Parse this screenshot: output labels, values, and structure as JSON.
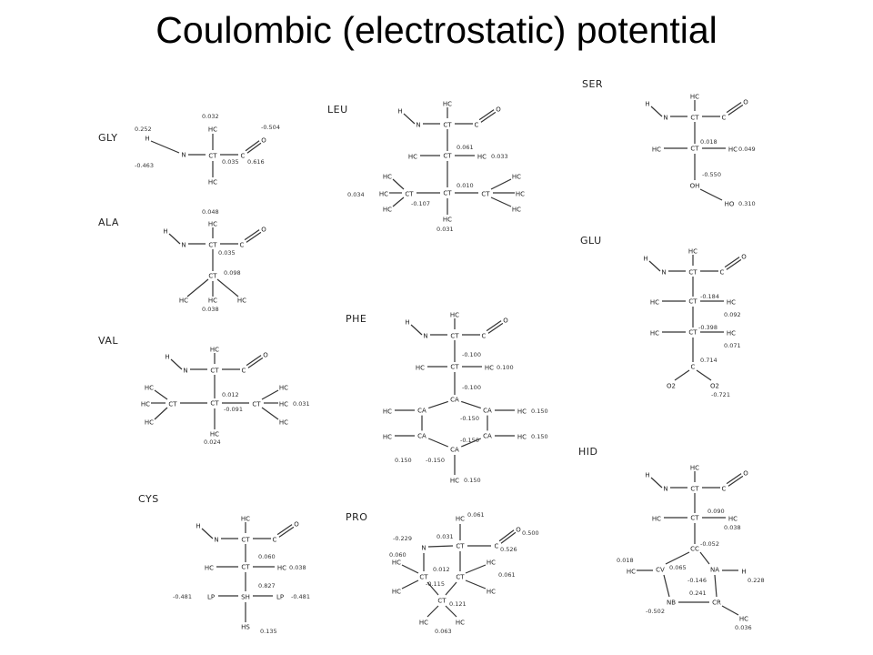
{
  "slide": {
    "title": "Coulombic (electrostatic) potential"
  },
  "molecules": [
    {
      "name": "GLY",
      "charges": [
        "0.032",
        "0.252",
        "-0.504",
        "0.035",
        "-0.463",
        "0.616"
      ]
    },
    {
      "name": "ALA",
      "charges": [
        "0.048",
        "0.035",
        "0.098",
        "0.038"
      ]
    },
    {
      "name": "VAL",
      "charges": [
        "0.012",
        "-0.091",
        "0.031",
        "0.024"
      ]
    },
    {
      "name": "CYS",
      "charges": [
        "0.060",
        "0.038",
        "0.827",
        "-0.481",
        "-0.481",
        "0.135"
      ]
    },
    {
      "name": "LEU",
      "charges": [
        "0.061",
        "0.033",
        "0.010",
        "0.034",
        "-0.107",
        "0.031"
      ]
    },
    {
      "name": "PHE",
      "charges": [
        "-0.100",
        "0.100",
        "-0.100",
        "0.150",
        "-0.150",
        "0.150",
        "-0.150",
        "0.150",
        "-0.150",
        "0.150"
      ]
    },
    {
      "name": "PRO",
      "charges": [
        "0.061",
        "0.500",
        "-0.229",
        "0.031",
        "0.526",
        "0.060",
        "0.012",
        "0.061",
        "-0.115",
        "0.121",
        "0.063"
      ]
    },
    {
      "name": "SER",
      "charges": [
        "0.018",
        "0.049",
        "-0.550",
        "0.310"
      ]
    },
    {
      "name": "GLU",
      "charges": [
        "-0.184",
        "0.092",
        "-0.398",
        "0.071",
        "0.714",
        "-0.721"
      ]
    },
    {
      "name": "HID",
      "charges": [
        "0.090",
        "0.038",
        "-0.052",
        "0.018",
        "0.065",
        "-0.146",
        "0.228",
        "0.241",
        "-0.502",
        "0.036"
      ]
    }
  ]
}
